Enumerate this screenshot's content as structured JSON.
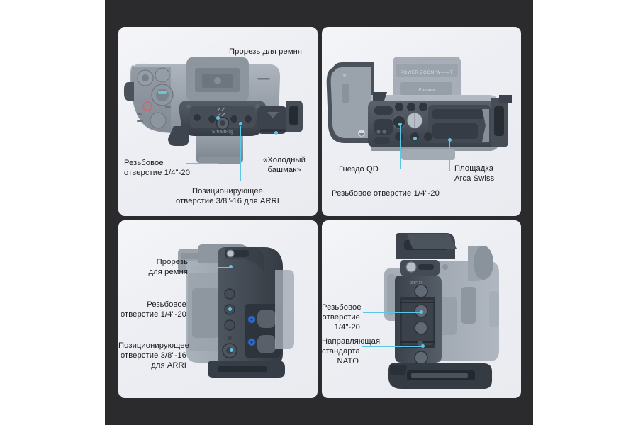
{
  "colors": {
    "backdrop": "#2b2b2d",
    "panel_bg": "#eceef3",
    "accent": "#5cc6e6",
    "accent_screw": "#2f6fd0",
    "label_text": "#1c1c1e",
    "cage_dark": "#3c434c",
    "camera_body": "#9aa2ac"
  },
  "panels": [
    {
      "id": "top-view",
      "name": "top-view-panel",
      "brand_mark": "SmallRig",
      "callouts": [
        {
          "key": "strap-slot",
          "text": "Прорезь для ремня"
        },
        {
          "key": "thread-quarter",
          "text": "Резьбовое\nотверстие 1/4\"-20"
        },
        {
          "key": "cold-shoe",
          "text": "«Холодный\nбашмак»"
        },
        {
          "key": "arri-locating",
          "text": "Позиционирующее\nотверстие 3/8\"-16 для ARRI"
        }
      ]
    },
    {
      "id": "bottom-view",
      "name": "bottom-view-panel",
      "lens_text_1": "POWER ZOOM  W——T",
      "lens_text_2": "E-mount",
      "callouts": [
        {
          "key": "qd-socket",
          "text": "Гнездо QD"
        },
        {
          "key": "arca-plate",
          "text": "Площадка\nArca Swiss"
        },
        {
          "key": "thread-quarter",
          "text": "Резьбовое отверстие 1/4\"-20"
        }
      ]
    },
    {
      "id": "left-side-view",
      "name": "left-side-view-panel",
      "callouts": [
        {
          "key": "strap-slot",
          "text": "Прорезь\nдля ремня"
        },
        {
          "key": "thread-quarter",
          "text": "Резьбовое\nотверстие 1/4\"-20"
        },
        {
          "key": "arri-locating",
          "text": "Позиционирующее\nотверстие 3/8\"-16\nдля ARRI"
        }
      ]
    },
    {
      "id": "right-side-view",
      "name": "right-side-view-panel",
      "callouts": [
        {
          "key": "thread-quarter",
          "text": "Резьбовое\nотверстие 1/4\"-20"
        },
        {
          "key": "nato-rail",
          "text": "Направляющая\nстандарта NATO"
        }
      ]
    }
  ]
}
